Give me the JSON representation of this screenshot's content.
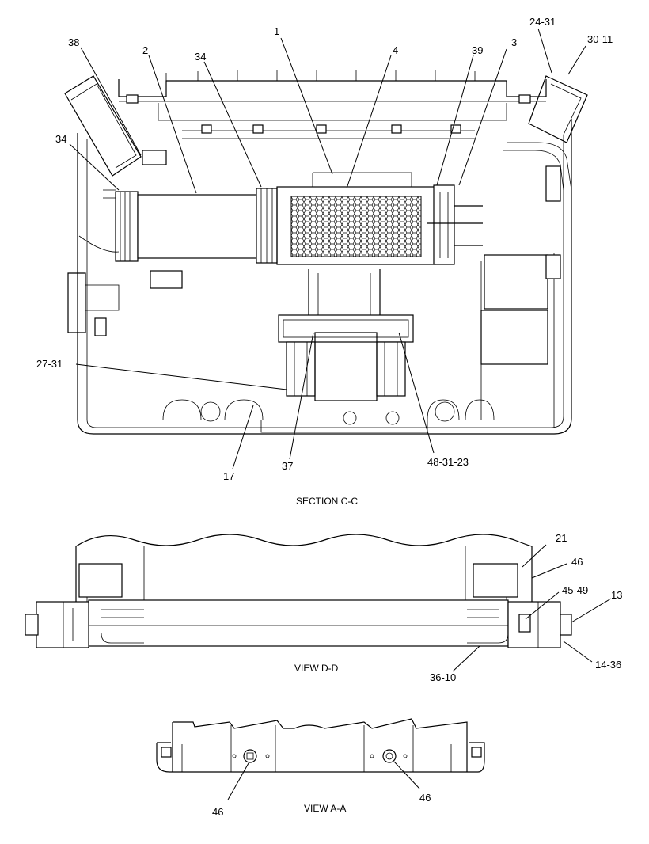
{
  "captions": {
    "section_cc": "SECTION C-C",
    "view_dd": "VIEW D-D",
    "view_aa": "VIEW A-A"
  },
  "callouts": {
    "c1": "1",
    "c2": "2",
    "c3": "3",
    "c4": "4",
    "c34_top": "34",
    "c34_left": "34",
    "c38": "38",
    "c39": "39",
    "c24_31": "24-31",
    "c30_11": "30-11",
    "c27_31": "27-31",
    "c17": "17",
    "c37": "37",
    "c48_31_23": "48-31-23",
    "c21": "21",
    "c46_dd": "46",
    "c45_49": "45-49",
    "c13": "13",
    "c14_36": "14-36",
    "c36_10": "36-10",
    "c46_aa_left": "46",
    "c46_aa_right": "46"
  }
}
